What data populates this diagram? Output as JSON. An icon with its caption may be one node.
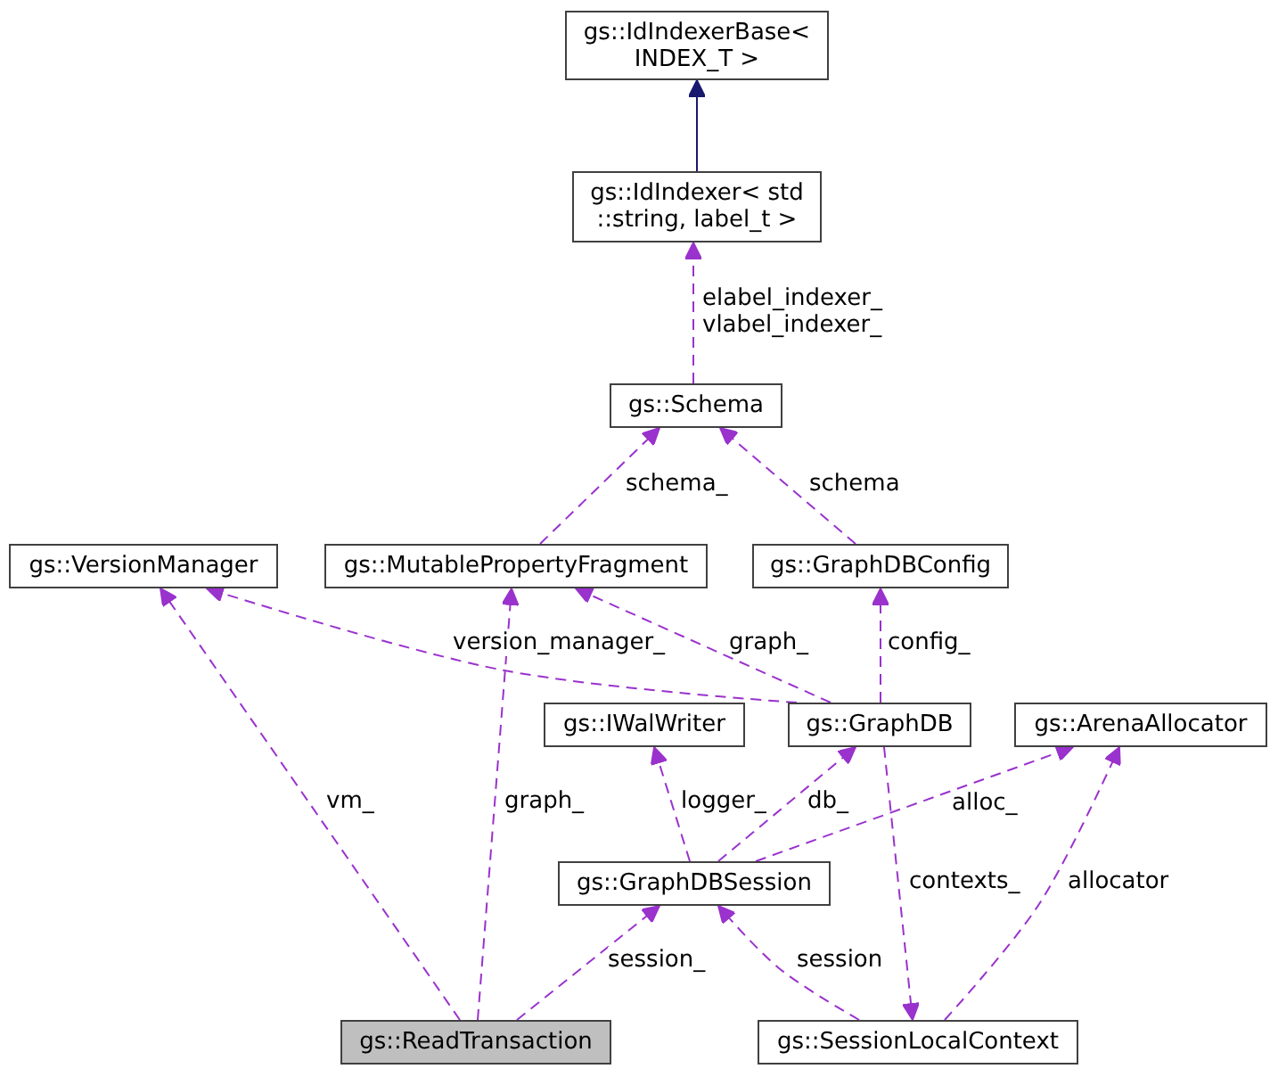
{
  "diagram": {
    "nodes": [
      {
        "text": [
          "gs::IdIndexerBase< INDEX_T >"
        ]
      },
      {
        "text": [
          "gs::IdIndexer< std ::string, label_t >"
        ]
      },
      {
        "text": [
          "gs::Schema"
        ]
      },
      {
        "text": [
          "gs::VersionManager"
        ]
      },
      {
        "text": [
          "gs::MutablePropertyFragment"
        ]
      },
      {
        "text": [
          "gs::GraphDBConfig"
        ]
      },
      {
        "text": [
          "gs::IWalWriter"
        ]
      },
      {
        "text": [
          "gs::GraphDB"
        ]
      },
      {
        "text": [
          "gs::ArenaAllocator"
        ]
      },
      {
        "text": [
          "gs::GraphDBSession"
        ]
      },
      {
        "text": [
          "gs::ReadTransaction"
        ]
      },
      {
        "text": [
          "gs::SessionLocalContext"
        ]
      }
    ],
    "edges": [
      {
        "from": 1,
        "to": 0,
        "arrow": "to",
        "color": "#191970"
      },
      {
        "from": 2,
        "to": 1,
        "arrow": "to",
        "style": "dashed",
        "label": "elabel_indexer_ vlabel_indexer_"
      },
      {
        "from": 4,
        "to": 2,
        "arrow": "to",
        "style": "dashed",
        "label": "schema_"
      },
      {
        "from": 5,
        "to": 2,
        "arrow": "to",
        "style": "dashed",
        "label": "schema"
      },
      {
        "from": 7,
        "to": 3,
        "arrow": "to",
        "style": "dashed",
        "label": "version_manager_"
      },
      {
        "from": 7,
        "to": 4,
        "arrow": "to",
        "style": "dashed",
        "label": "graph_"
      },
      {
        "from": 7,
        "to": 5,
        "arrow": "to",
        "style": "dashed",
        "label": "config_"
      },
      {
        "from": 9,
        "to": 6,
        "arrow": "to",
        "style": "dashed",
        "label": "logger_"
      },
      {
        "from": 9,
        "to": 7,
        "arrow": "to",
        "style": "dashed",
        "label": "db_"
      },
      {
        "from": 9,
        "to": 8,
        "arrow": "to",
        "style": "dashed",
        "label": "alloc_"
      },
      {
        "from": 10,
        "to": 3,
        "arrow": "to",
        "style": "dashed",
        "label": "vm_"
      },
      {
        "from": 10,
        "to": 4,
        "arrow": "to",
        "style": "dashed",
        "label": "graph_"
      },
      {
        "from": 10,
        "to": 9,
        "arrow": "to",
        "style": "dashed",
        "label": "session_"
      },
      {
        "from": 11,
        "to": 9,
        "arrow": "to",
        "style": "dashed",
        "label": "session"
      },
      {
        "from": 7,
        "to": 11,
        "arrow": "to",
        "style": "dashed",
        "label": "contexts_"
      },
      {
        "from": 11,
        "to": 8,
        "arrow": "to",
        "style": "dashed",
        "label": "allocator"
      }
    ]
  }
}
